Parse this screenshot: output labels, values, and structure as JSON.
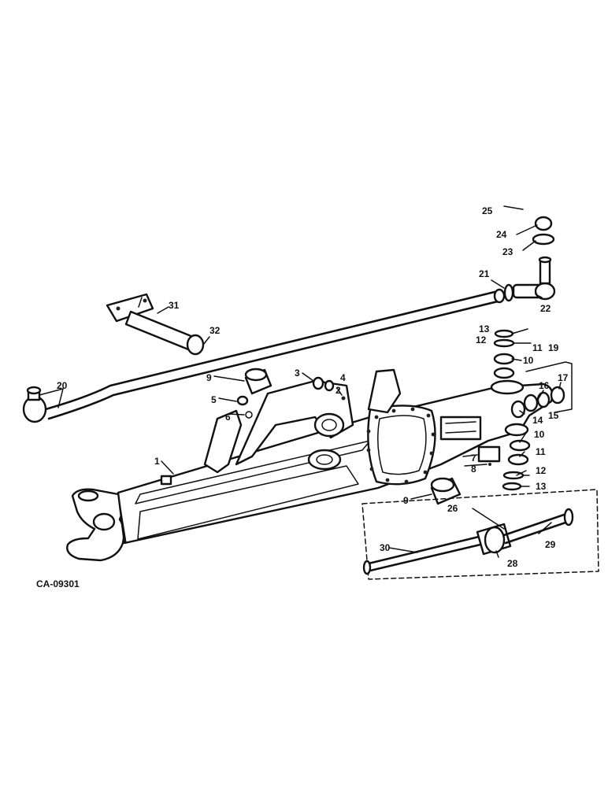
{
  "figure_code": "CA-09301",
  "callouts": [
    "1",
    "2",
    "3",
    "4",
    "5",
    "6",
    "7",
    "8",
    "9",
    "9",
    "10",
    "10",
    "11",
    "11",
    "12",
    "12",
    "13",
    "13",
    "14",
    "15",
    "16",
    "17",
    "19",
    "20",
    "21",
    "22",
    "23",
    "24",
    "25",
    "26",
    "28",
    "29",
    "30",
    "31",
    "32"
  ]
}
